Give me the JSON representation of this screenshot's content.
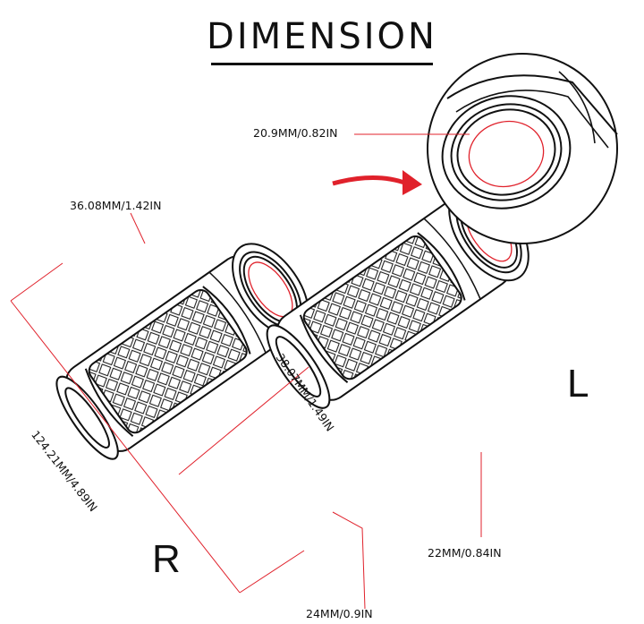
{
  "title": "DIMENSION",
  "labels": {
    "inner_small": "20.9MM/0.82IN",
    "end_diameter": "36.08MM/1.42IN",
    "length": "124.21MM/4.89IN",
    "body_diameter": "38.07MM/1.49IN",
    "bore_right": "24MM/0.9IN",
    "bore_left": "22MM/0.84IN"
  },
  "sides": {
    "left": "L",
    "right": "R"
  },
  "colors": {
    "line": "#111111",
    "accent": "#e0212b"
  }
}
